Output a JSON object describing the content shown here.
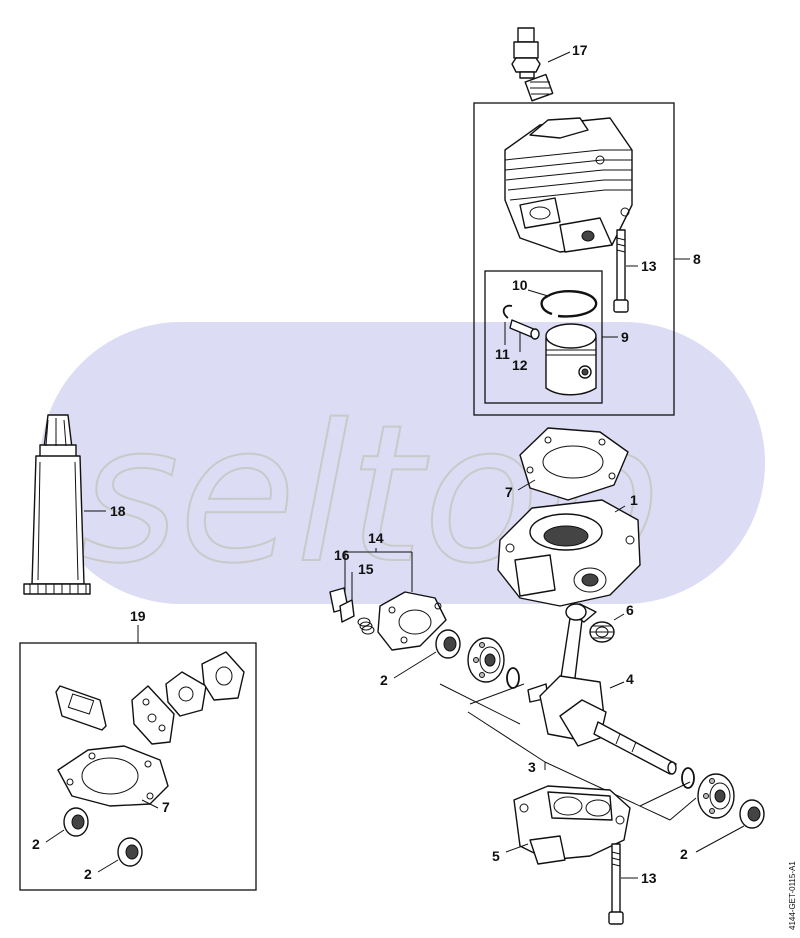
{
  "watermark": {
    "text": "seltop",
    "band_color": "#dcdcf4"
  },
  "drawing_code": "4144-GET-0115-A1",
  "callouts": {
    "c17": "17",
    "c13a": "13",
    "c8": "8",
    "c10": "10",
    "c9": "9",
    "c11": "11",
    "c12": "12",
    "c18": "18",
    "c7a": "7",
    "c1": "1",
    "c14": "14",
    "c16": "16",
    "c15": "15",
    "c19": "19",
    "c2a": "2",
    "c6": "6",
    "c4": "4",
    "c3": "3",
    "c7b": "7",
    "c2b": "2",
    "c2c": "2",
    "c5": "5",
    "c2d": "2",
    "c13b": "13"
  }
}
